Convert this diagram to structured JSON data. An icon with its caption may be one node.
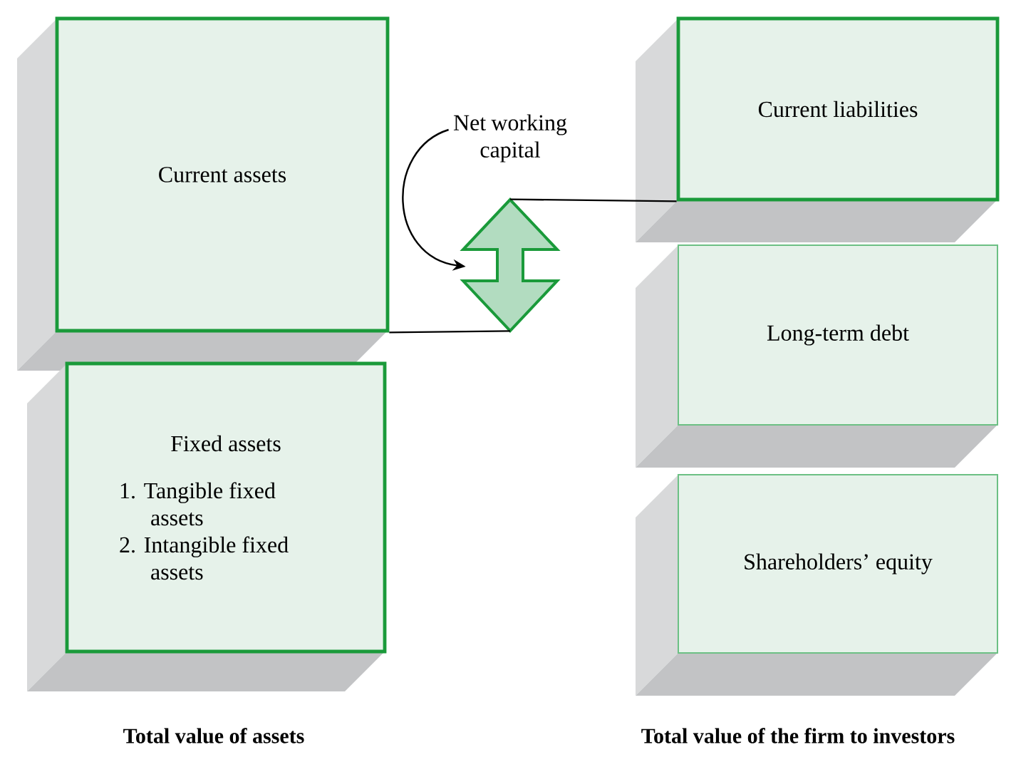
{
  "diagram": {
    "nodes": [
      {
        "text": [
          "Current assets"
        ]
      },
      {
        "text": [
          "Fixed assets",
          "1. Tangible fixed assets",
          "2. Intangible fixed assets"
        ]
      },
      {
        "text": [
          "Current liabilities"
        ]
      },
      {
        "text": [
          "Long-term debt"
        ]
      },
      {
        "text": [
          "Shareholders’ equity"
        ]
      },
      {
        "text": [
          "Net working capital"
        ]
      },
      {
        "text": [],
        "shape": "arrow"
      }
    ],
    "edges": [
      {
        "from": 5,
        "to": 6,
        "arrow": "to"
      },
      {
        "from": 0,
        "to": 6,
        "arrow": "none"
      },
      {
        "from": 2,
        "to": 6,
        "arrow": "none"
      }
    ],
    "labels": [
      "Total value of assets",
      "Total value of the firm to investors"
    ]
  }
}
